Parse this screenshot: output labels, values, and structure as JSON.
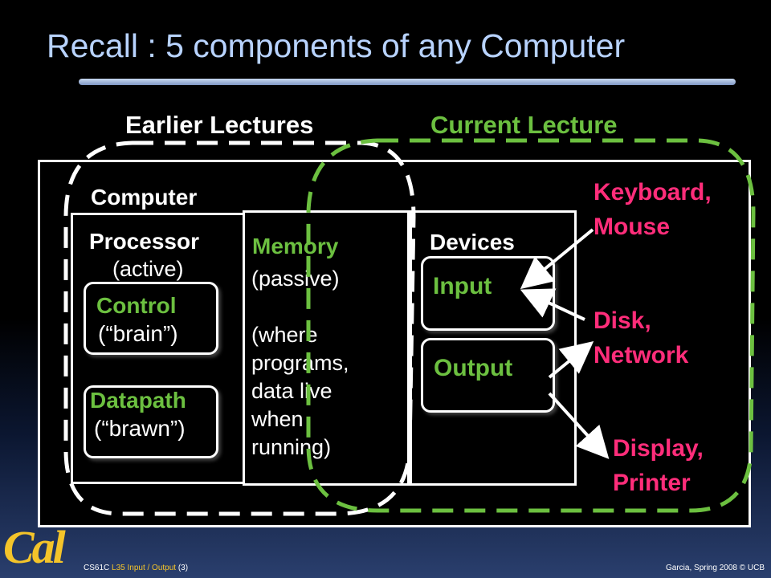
{
  "slide": {
    "title": "Recall : 5 components of any Computer",
    "earlier_label": "Earlier Lectures",
    "current_label": "Current Lecture",
    "computer_label": "Computer",
    "processor": {
      "label": "Processor",
      "sub": "(active)",
      "control": "Control",
      "control_sub": "(“brain”)",
      "datapath": "Datapath",
      "datapath_sub": "(“brawn”)"
    },
    "memory": {
      "label": "Memory",
      "desc": "(passive)\n\n(where\nprograms,\ndata live\nwhen\nrunning)"
    },
    "devices": {
      "label": "Devices",
      "input": "Input",
      "output": "Output"
    },
    "external": {
      "keyboard": "Keyboard,\nMouse",
      "disk": "Disk,\nNetwork",
      "display": "Display,\nPrinter"
    }
  },
  "footer": {
    "logo": "Cal",
    "course": "CS61C ",
    "lecture": "L35 Input / Output",
    "page": " (3)",
    "credit": "Garcia, Spring 2008 © UCB"
  },
  "colors": {
    "title": "#b8d3ff",
    "accent_green": "#6cc040",
    "accent_pink": "#ff2d7a",
    "logo_gold": "#f4c42a"
  }
}
